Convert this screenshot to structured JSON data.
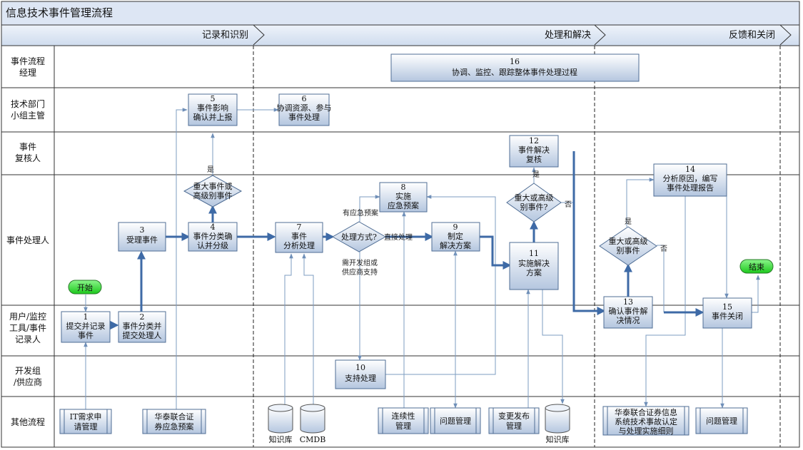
{
  "title": "信息技术事件管理流程",
  "phases": [
    "记录和识别",
    "处理和解决",
    "反馈和关闭"
  ],
  "lanes": [
    [
      "事件流程",
      "经理"
    ],
    [
      "技术部门",
      "小组主管"
    ],
    [
      "事件",
      "复核人"
    ],
    [
      "事件处理人"
    ],
    [
      "用户/监控",
      "工具/事件",
      "记录人"
    ],
    [
      "开发组",
      "/供应商"
    ],
    [
      "其他流程"
    ]
  ],
  "start_label": "开始",
  "end_label": "结束",
  "steps": [
    {
      "num": "16",
      "lines": [
        "协调、监控、跟踪整体事件处理过程"
      ]
    },
    {
      "num": "5",
      "lines": [
        "事件影响",
        "确认并上报"
      ]
    },
    {
      "num": "6",
      "lines": [
        "协调资源、参与",
        "事件处理"
      ]
    },
    {
      "num": "12",
      "lines": [
        "事件解决",
        "复核"
      ]
    },
    {
      "num": "14",
      "lines": [
        "分析原因，编写",
        "事件处理报告"
      ]
    },
    {
      "num": "3",
      "lines": [
        "受理事件"
      ]
    },
    {
      "num": "4",
      "lines": [
        "事件分类确",
        "认并分级"
      ]
    },
    {
      "num": "7",
      "lines": [
        "事件",
        "分析处理"
      ]
    },
    {
      "num": "8",
      "lines": [
        "实施",
        "应急预案"
      ]
    },
    {
      "num": "9",
      "lines": [
        "制定",
        "解决方案"
      ]
    },
    {
      "num": "11",
      "lines": [
        "实施解决",
        "方案"
      ]
    },
    {
      "num": "1",
      "lines": [
        "提交并记录",
        "事件"
      ]
    },
    {
      "num": "2",
      "lines": [
        "事件分类并",
        "提交处理人"
      ]
    },
    {
      "num": "13",
      "lines": [
        "确认事件解",
        "决情况"
      ]
    },
    {
      "num": "15",
      "lines": [
        "事件关闭"
      ]
    },
    {
      "num": "10",
      "lines": [
        "支持处理"
      ]
    }
  ],
  "decisions": [
    {
      "lines": [
        "重大事件或",
        "高级别事件"
      ]
    },
    {
      "lines": [
        "处理方式?"
      ]
    },
    {
      "lines": [
        "重大或高级",
        "别事件?"
      ]
    },
    {
      "lines": [
        "重大或高级",
        "别事件"
      ]
    }
  ],
  "other_processes": [
    {
      "lines": [
        "IT需求申",
        "请管理"
      ]
    },
    {
      "lines": [
        "华泰联合证",
        "券应急预案"
      ]
    },
    {
      "lines": [
        "连续性",
        "管理"
      ]
    },
    {
      "lines": [
        "问题管理"
      ]
    },
    {
      "lines": [
        "变更发布",
        "管理"
      ]
    },
    {
      "lines": [
        "华泰联合证券信息",
        "系统技术事故认定",
        "与处理实施细则"
      ]
    },
    {
      "lines": [
        "问题管理"
      ]
    }
  ],
  "databases": [
    "知识库",
    "CMDB",
    "知识库"
  ],
  "edge_labels": {
    "yes": "是",
    "no": "否",
    "has_plan": "有应急预案",
    "direct": "直接处理",
    "need_support": [
      "需开发组或",
      "供应商支持"
    ]
  },
  "colors": {
    "title_bar": "#dde6f4",
    "box_top": "#ffffff",
    "box_bottom": "#b8c9e1",
    "start_end": "#22dd22",
    "main_arrow": "#3e6aa6",
    "thin_arrow": "#7e9cc2"
  }
}
